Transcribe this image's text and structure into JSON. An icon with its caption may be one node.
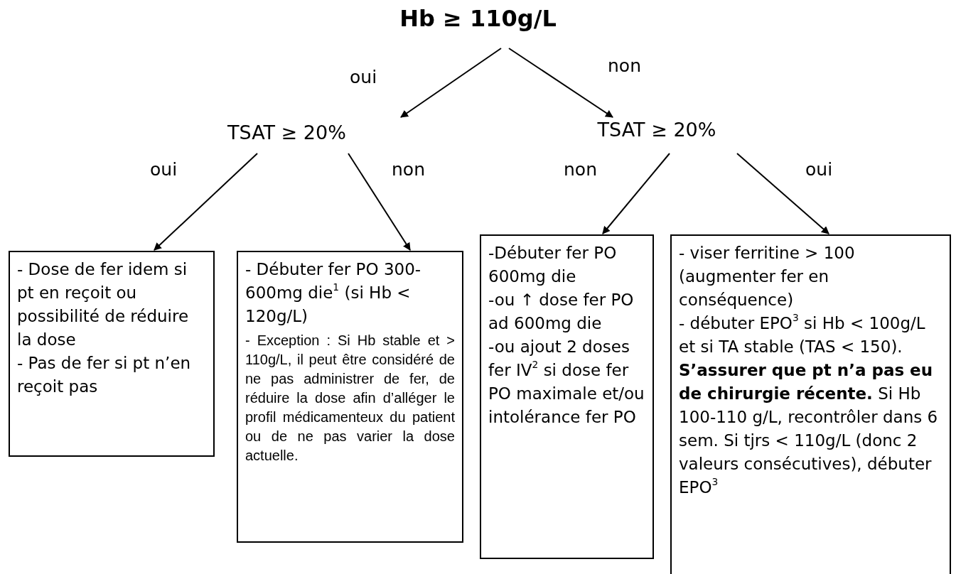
{
  "diagram": {
    "nodes": [
      {
        "text": [
          "Hb ≥ 110g/L"
        ]
      },
      {
        "text": [
          "TSAT ≥ 20%"
        ]
      },
      {
        "text": [
          "TSAT ≥ 20%"
        ]
      },
      {
        "text": [
          "- Dose de fer idem si pt en reçoit ou possibilité de réduire la dose",
          "- Pas de fer si pt n’en reçoit pas"
        ]
      },
      {
        "text": [
          "- Débuter fer PO 300-600mg die$^{1}$ (si Hb < 120g/L)",
          "- Exception : Si Hb stable et > 110g/L, il peut être considéré de ne pas administrer de fer, de réduire la dose afin d’alléger le profil médicamenteux du patient ou de ne pas varier la dose actuelle."
        ]
      },
      {
        "text": [
          "-Débuter fer PO 600mg die",
          "-ou ↑ dose fer PO ad 600mg die",
          "-ou ajout 2 doses fer IV$^{2}$ si dose fer PO maximale et/ou intolérance fer PO"
        ]
      },
      {
        "text": [
          "- viser ferritine > 100 (augmenter fer en conséquence)",
          "- débuter EPO$^{3}$ si Hb < 100g/L et si TA stable (TAS < 150). **S’assurer que pt n’a pas eu de chirurgie récente.** Si Hb 100-110 g/L, recontrôler dans 6 sem. Si tjrs < 110g/L (donc 2 valeurs consécutives), débuter EPO$^{3}$"
        ]
      }
    ],
    "edges": [
      {
        "from": 0,
        "to": 1,
        "arrow": "to",
        "label": "oui"
      },
      {
        "from": 0,
        "to": 2,
        "arrow": "to",
        "label": "non"
      },
      {
        "from": 1,
        "to": 3,
        "arrow": "to",
        "label": "oui"
      },
      {
        "from": 1,
        "to": 4,
        "arrow": "to",
        "label": "non"
      },
      {
        "from": 2,
        "to": 5,
        "arrow": "to",
        "label": "non"
      },
      {
        "from": 2,
        "to": 6,
        "arrow": "to",
        "label": "oui"
      }
    ]
  }
}
